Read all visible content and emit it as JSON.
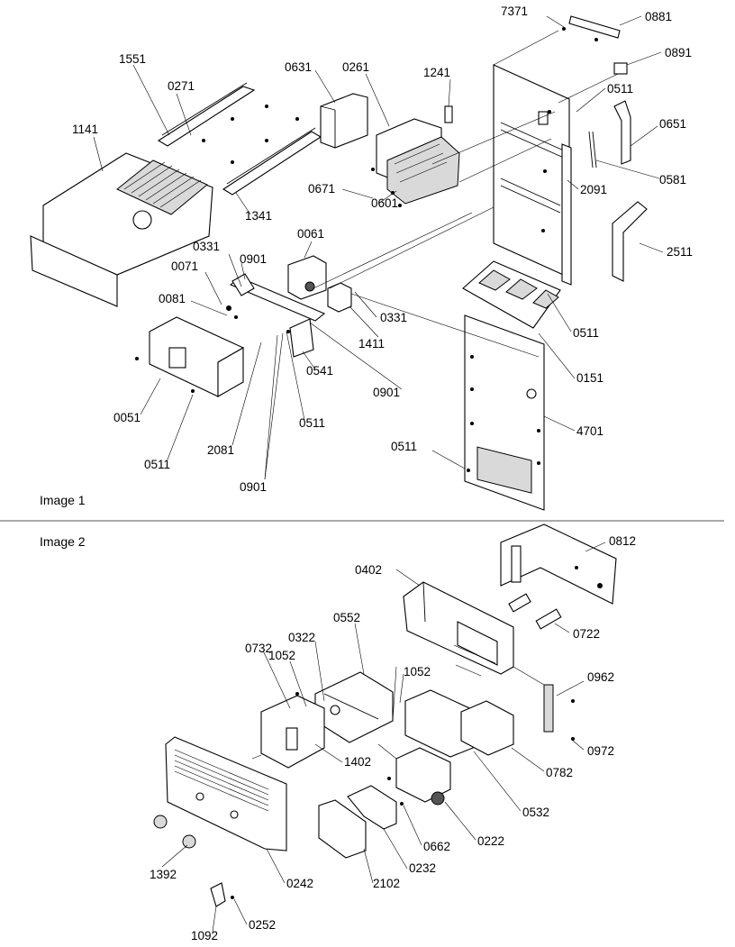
{
  "sections": {
    "image1": "Image 1",
    "image2": "Image 2"
  },
  "labels1": {
    "7371": "7371",
    "0881": "0881",
    "0891": "0891",
    "1551": "1551",
    "0271": "0271",
    "0631": "0631",
    "0261": "0261",
    "1241": "1241",
    "0511a": "0511",
    "0651": "0651",
    "1141": "1141",
    "0581": "0581",
    "2091": "2091",
    "0671": "0671",
    "0601": "0601",
    "1341": "1341",
    "2511": "2511",
    "0061": "0061",
    "0331a": "0331",
    "0901a": "0901",
    "0071": "0071",
    "0081": "0081",
    "0331b": "0331",
    "1411": "1411",
    "0511b": "0511",
    "0151": "0151",
    "0541": "0541",
    "0901b": "0901",
    "0051": "0051",
    "0511c": "0511",
    "2081": "2081",
    "0511d": "0511",
    "4701": "4701",
    "0511e": "0511",
    "0901c": "0901"
  },
  "labels2": {
    "0812": "0812",
    "0402": "0402",
    "0722": "0722",
    "0552": "0552",
    "0322": "0322",
    "1052a": "1052",
    "1052b": "1052",
    "0732": "0732",
    "0962": "0962",
    "0972": "0972",
    "1402": "1402",
    "0782": "0782",
    "0532": "0532",
    "0222": "0222",
    "0662": "0662",
    "1392": "1392",
    "0232": "0232",
    "0242": "0242",
    "2102": "2102",
    "0252": "0252",
    "1092": "1092"
  }
}
